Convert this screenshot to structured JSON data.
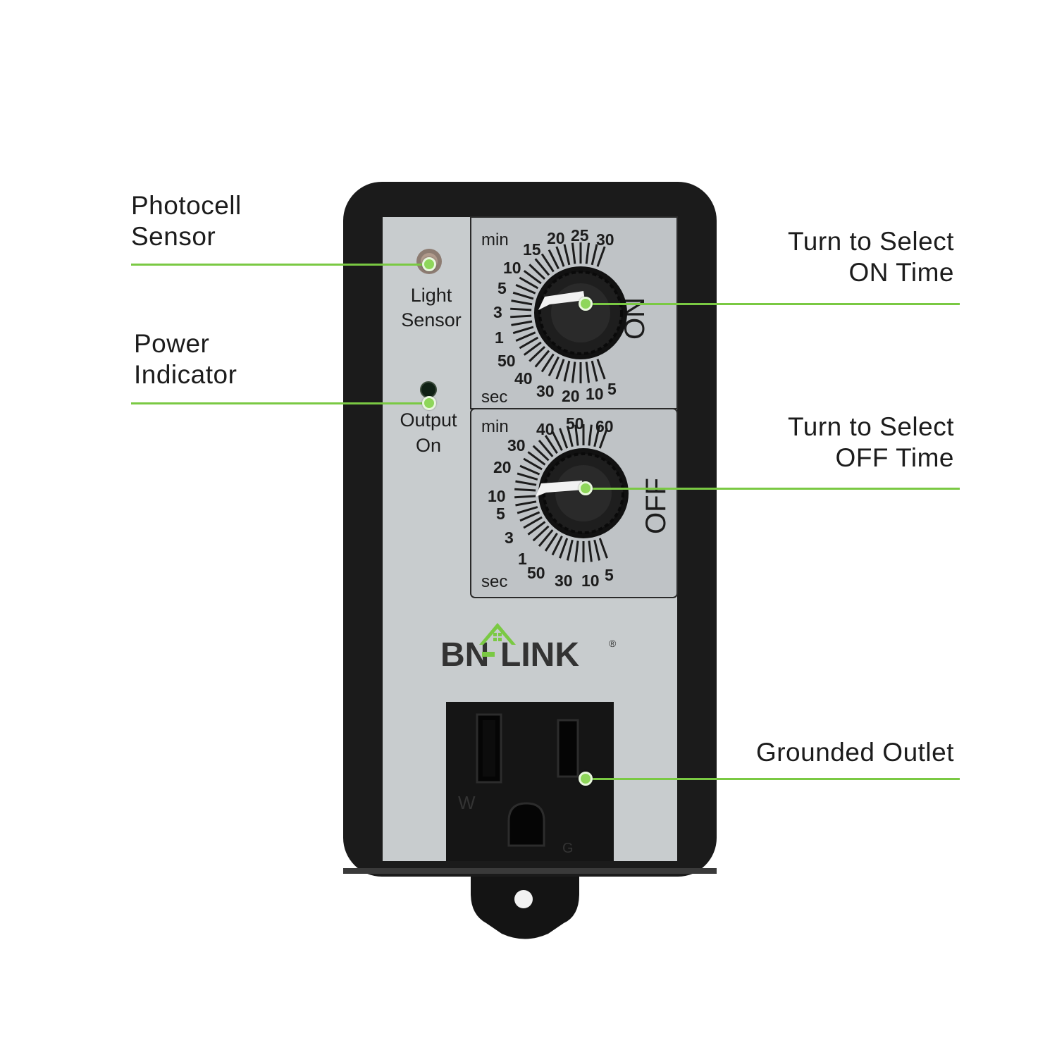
{
  "callouts": {
    "photocell": {
      "line1": "Photocell",
      "line2": "Sensor"
    },
    "power": {
      "line1": "Power",
      "line2": "Indicator"
    },
    "on_time": {
      "line1": "Turn to Select",
      "line2": "ON Time"
    },
    "off_time": {
      "line1": "Turn to Select",
      "line2": "OFF Time"
    },
    "outlet": {
      "line1": "Grounded Outlet"
    }
  },
  "device": {
    "light_sensor": {
      "line1": "Light",
      "line2": "Sensor"
    },
    "output_on": {
      "line1": "Output",
      "line2": "On"
    },
    "on_dial": {
      "label": "ON",
      "unit_min": "min",
      "unit_sec": "sec",
      "min_ticks": [
        "10",
        "15",
        "20",
        "25",
        "30"
      ],
      "left_ticks": [
        "5",
        "3",
        "1",
        "50",
        "40"
      ],
      "sec_ticks": [
        "30",
        "20",
        "10",
        "5"
      ]
    },
    "off_dial": {
      "label": "OFF",
      "unit_min": "min",
      "unit_sec": "sec",
      "min_ticks": [
        "40",
        "50",
        "60"
      ],
      "left_ticks": [
        "30",
        "20",
        "10",
        "5",
        "3",
        "1"
      ],
      "sec_ticks": [
        "50",
        "30",
        "10",
        "5"
      ]
    },
    "brand": {
      "left": "BN",
      "right": "LINK",
      "mark": "®"
    },
    "outlet": {
      "neutral": "W",
      "ground": "G"
    }
  },
  "colors": {
    "accent_green": "#7ac943",
    "housing": "#1b1b1b",
    "faceplate": "#c9cdd0",
    "text_dark": "#1c1c1c"
  }
}
